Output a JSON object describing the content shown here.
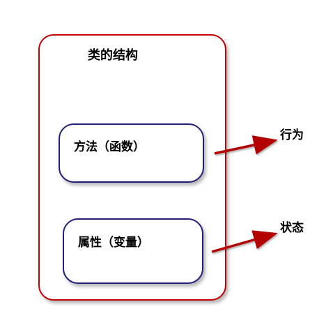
{
  "diagram": {
    "title": "类的结构",
    "methods_box": {
      "label": "方法（函数）"
    },
    "attributes_box": {
      "label": "属性（变量）"
    },
    "arrow_labels": {
      "behavior": "行为",
      "state": "状态"
    },
    "colors": {
      "outer_border": "#c00000",
      "inner_border": "#1f1f7a",
      "arrow": "#b30000"
    }
  }
}
